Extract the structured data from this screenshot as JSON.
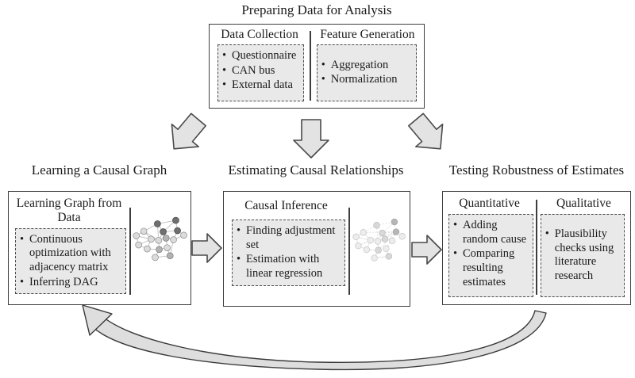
{
  "top_section": {
    "title": "Preparing Data for Analysis",
    "columns": [
      {
        "heading": "Data Collection",
        "bullets": [
          "Questionnaire",
          "CAN bus",
          "External data"
        ]
      },
      {
        "heading": "Feature Generation",
        "bullets": [
          "Aggregation",
          "Normalization"
        ]
      }
    ]
  },
  "stages": [
    {
      "title": "Learning a Causal Graph",
      "columns": [
        {
          "heading": "Learning Graph from Data",
          "bullets": [
            "Continuous optimization with adjacency matrix",
            "Inferring DAG"
          ]
        }
      ],
      "graphic": "causal-graph-solid-icon"
    },
    {
      "title": "Estimating Causal Relationships",
      "columns": [
        {
          "heading": "Causal Inference",
          "bullets": [
            "Finding adjustment set",
            "Estimation with linear regression"
          ]
        }
      ],
      "graphic": "causal-graph-faded-icon"
    },
    {
      "title": "Testing Robustness of Estimates",
      "columns": [
        {
          "heading": "Quantitative",
          "bullets": [
            "Adding random cause",
            "Comparing resulting estimates"
          ]
        },
        {
          "heading": "Qualitative",
          "bullets": [
            "Plausibility checks using literature research"
          ]
        }
      ]
    }
  ],
  "icons": {
    "down_left_arrow": "down-left-arrow-icon",
    "down_arrow": "down-arrow-icon",
    "down_right_arrow": "down-right-arrow-icon",
    "right_arrow": "right-arrow-icon",
    "feedback_loop": "feedback-loop-arrow-icon"
  },
  "colors": {
    "panel_fill": "#e9e9e9",
    "arrow_fill": "#e3e3e3",
    "border": "#3d3d3d",
    "text": "#1b1b1b"
  }
}
